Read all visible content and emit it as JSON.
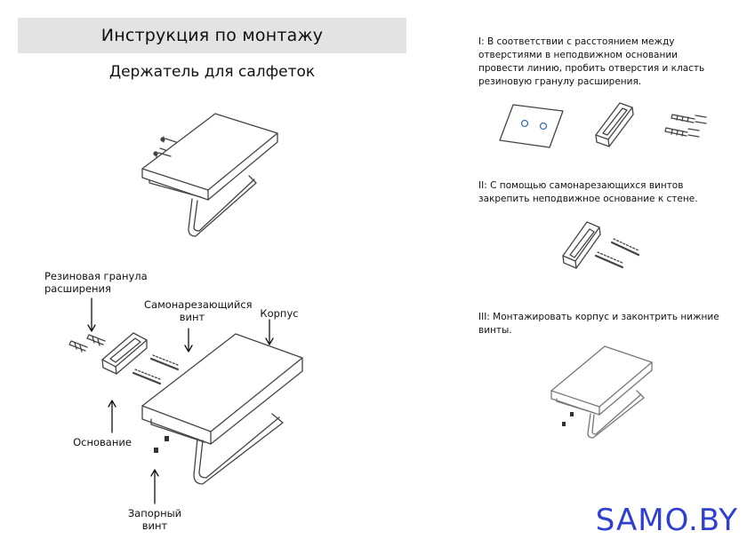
{
  "header": {
    "title": "Инструкция по монтажу"
  },
  "subtitle": "Держатель для салфеток",
  "labels": {
    "rubber": "Резиновая гранула расширения",
    "screw": "Самонарезающийся винт",
    "body": "Корпус",
    "base": "Основание",
    "lock": "Запорный винт"
  },
  "steps": [
    {
      "text": "I: В соответствии с расстоянием между отверстиями в неподвижном основании провести линию, пробить отверстия и класть резиновую гранулу расширения."
    },
    {
      "text": "II: С помощью самонарезающихся винтов закрепить неподвижное основание к стене."
    },
    {
      "text": "III: Монтажировать корпус и законтрить нижние винты."
    }
  ],
  "logo": {
    "text": "SAMO.BY",
    "color": "#2f3fd0"
  }
}
